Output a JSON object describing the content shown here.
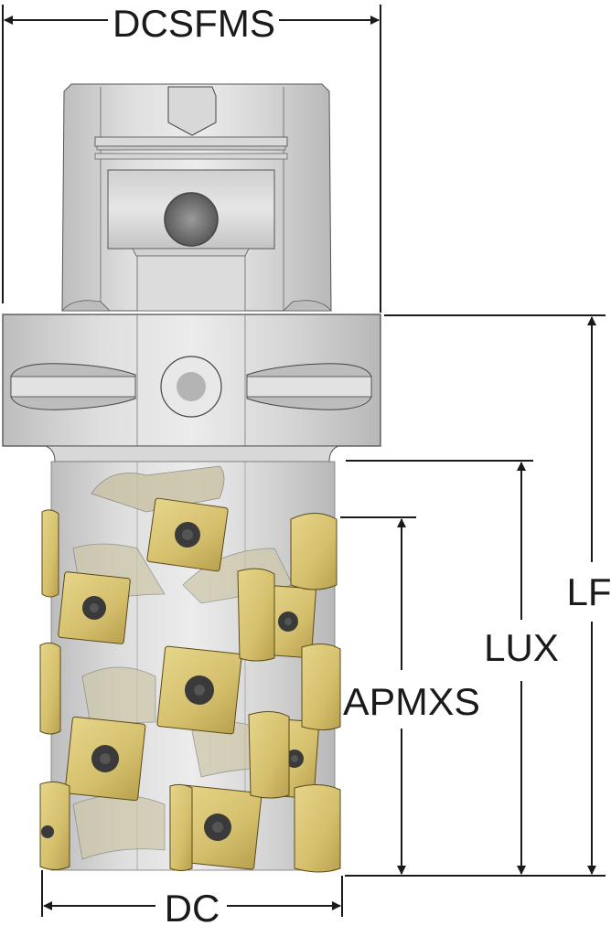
{
  "diagram": {
    "subject": "Helical long-edge milling cutter with HSK shank",
    "colors": {
      "line": "#1a1a1a",
      "body_light": "#e4e4e4",
      "body_mid": "#cfcfcf",
      "body_dark": "#a9a9a9",
      "insert": "#d9c474",
      "insert_dark": "#b29d4c",
      "screw": "#3a3a3a",
      "background": "#ffffff"
    },
    "dimensions": {
      "dcsfms": {
        "label": "DCSFMS",
        "description": "Contact surface diameter (flange)",
        "orientation": "horizontal"
      },
      "dc": {
        "label": "DC",
        "description": "Cutting diameter",
        "orientation": "horizontal"
      },
      "apmxs": {
        "label": "APMXS",
        "description": "Max depth of cut",
        "orientation": "vertical"
      },
      "lux": {
        "label": "LUX",
        "description": "Usable length",
        "orientation": "vertical"
      },
      "lf": {
        "label": "LF",
        "description": "Functional length",
        "orientation": "vertical"
      }
    },
    "parts": [
      "shank",
      "flange",
      "neck",
      "cutting-body",
      "inserts"
    ]
  }
}
